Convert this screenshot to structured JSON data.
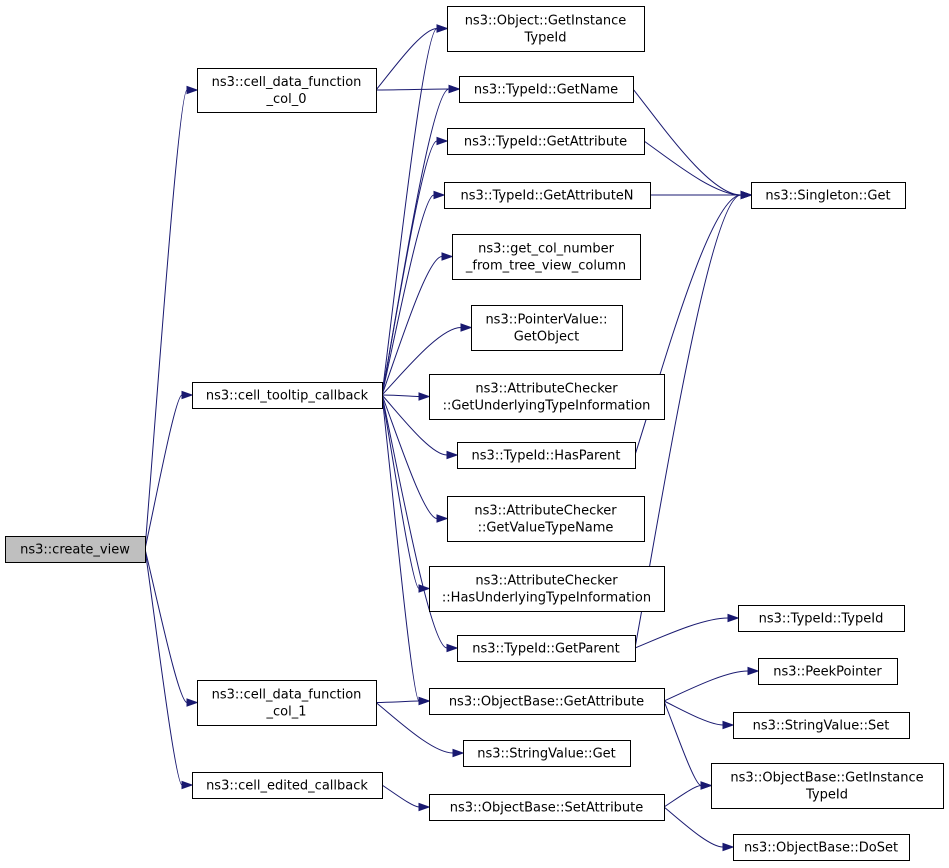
{
  "nodes": {
    "create_view": [
      "ns3::create_view"
    ],
    "cdf0": [
      "ns3::cell_data_function",
      "_col_0"
    ],
    "tooltip": [
      "ns3::cell_tooltip_callback"
    ],
    "cdf1": [
      "ns3::cell_data_function",
      "_col_1"
    ],
    "edited": [
      "ns3::cell_edited_callback"
    ],
    "getinst": [
      "ns3::Object::GetInstance",
      "TypeId"
    ],
    "getname": [
      "ns3::TypeId::GetName"
    ],
    "getattr": [
      "ns3::TypeId::GetAttribute"
    ],
    "getattrn": [
      "ns3::TypeId::GetAttributeN"
    ],
    "getcol": [
      "ns3::get_col_number",
      "_from_tree_view_column"
    ],
    "ptrget": [
      "ns3::PointerValue::",
      "GetObject"
    ],
    "acinfo": [
      "ns3::AttributeChecker",
      "::GetUnderlyingTypeInformation"
    ],
    "hasparent": [
      "ns3::TypeId::HasParent"
    ],
    "acvtn": [
      "ns3::AttributeChecker",
      "::GetValueTypeName"
    ],
    "achas": [
      "ns3::AttributeChecker",
      "::HasUnderlyingTypeInformation"
    ],
    "getparent": [
      "ns3::TypeId::GetParent"
    ],
    "obgetattr": [
      "ns3::ObjectBase::GetAttribute"
    ],
    "svget": [
      "ns3::StringValue::Get"
    ],
    "obsetattr": [
      "ns3::ObjectBase::SetAttribute"
    ],
    "singleton": [
      "ns3::Singleton::Get"
    ],
    "typeid": [
      "ns3::TypeId::TypeId"
    ],
    "peek": [
      "ns3::PeekPointer"
    ],
    "svset": [
      "ns3::StringValue::Set"
    ],
    "obgetinst": [
      "ns3::ObjectBase::GetInstance",
      "TypeId"
    ],
    "obdoset": [
      "ns3::ObjectBase::DoSet"
    ]
  },
  "edges": [
    [
      "create_view",
      "cdf0"
    ],
    [
      "create_view",
      "tooltip"
    ],
    [
      "create_view",
      "cdf1"
    ],
    [
      "create_view",
      "edited"
    ],
    [
      "cdf0",
      "getinst"
    ],
    [
      "cdf0",
      "getname"
    ],
    [
      "tooltip",
      "getinst"
    ],
    [
      "tooltip",
      "getname"
    ],
    [
      "tooltip",
      "getattr"
    ],
    [
      "tooltip",
      "getattrn"
    ],
    [
      "tooltip",
      "getcol"
    ],
    [
      "tooltip",
      "ptrget"
    ],
    [
      "tooltip",
      "acinfo"
    ],
    [
      "tooltip",
      "hasparent"
    ],
    [
      "tooltip",
      "acvtn"
    ],
    [
      "tooltip",
      "achas"
    ],
    [
      "tooltip",
      "getparent"
    ],
    [
      "tooltip",
      "obgetattr"
    ],
    [
      "cdf1",
      "obgetattr"
    ],
    [
      "cdf1",
      "svget"
    ],
    [
      "edited",
      "obsetattr"
    ],
    [
      "getname",
      "singleton"
    ],
    [
      "getattr",
      "singleton"
    ],
    [
      "getattrn",
      "singleton"
    ],
    [
      "hasparent",
      "singleton"
    ],
    [
      "getparent",
      "singleton"
    ],
    [
      "getparent",
      "typeid"
    ],
    [
      "obgetattr",
      "peek"
    ],
    [
      "obgetattr",
      "svset"
    ],
    [
      "obgetattr",
      "obgetinst"
    ],
    [
      "obsetattr",
      "obgetinst"
    ],
    [
      "obsetattr",
      "obdoset"
    ]
  ]
}
